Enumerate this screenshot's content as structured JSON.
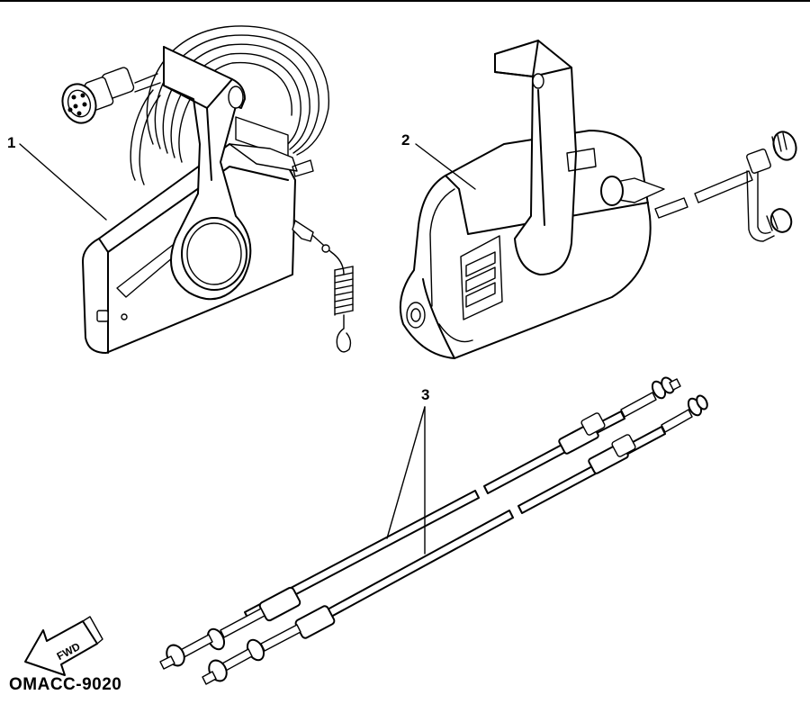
{
  "diagram": {
    "callouts": [
      {
        "id": "1",
        "label": "1"
      },
      {
        "id": "2",
        "label": "2"
      },
      {
        "id": "3",
        "label": "3"
      }
    ],
    "direction_arrow": {
      "label": "FWD"
    },
    "figure_code": "OMACC-9020"
  }
}
